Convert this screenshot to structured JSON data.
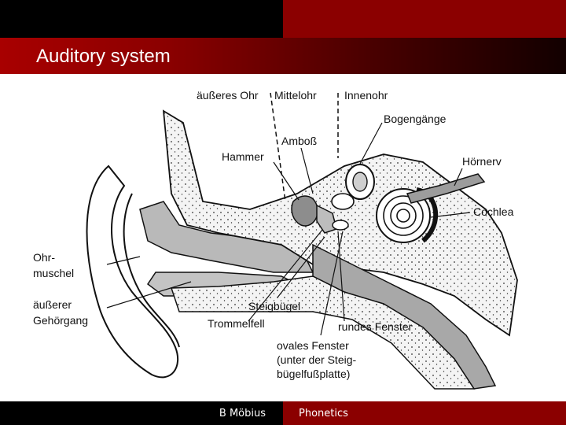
{
  "slide": {
    "title": "Auditory system",
    "footer_author": "B Möbius",
    "footer_course": "Phonetics"
  },
  "figure": {
    "labels": {
      "outer_ear": "äußeres Ohr",
      "middle_ear": "Mittelohr",
      "inner_ear": "Innenohr",
      "semicircular": "Bogengänge",
      "anvil": "Amboß",
      "hammer": "Hammer",
      "auditory_nerve": "Hörnerv",
      "cochlea": "Cochlea",
      "pinna_1": "Ohr-",
      "pinna_2": "muschel",
      "canal_1": "äußerer",
      "canal_2": "Gehörgang",
      "stirrup": "Steigbügel",
      "eardrum": "Trommelfell",
      "round_window": "rundes Fenster",
      "oval_1": "ovales Fenster",
      "oval_2": "(unter der Steig-",
      "oval_3": "bügelfußplatte)"
    }
  },
  "colors": {
    "dark_red": "#8b0000",
    "black": "#000000",
    "tissue_gray": "#b7b7b7",
    "bone_dots": "#f3f3f3"
  }
}
